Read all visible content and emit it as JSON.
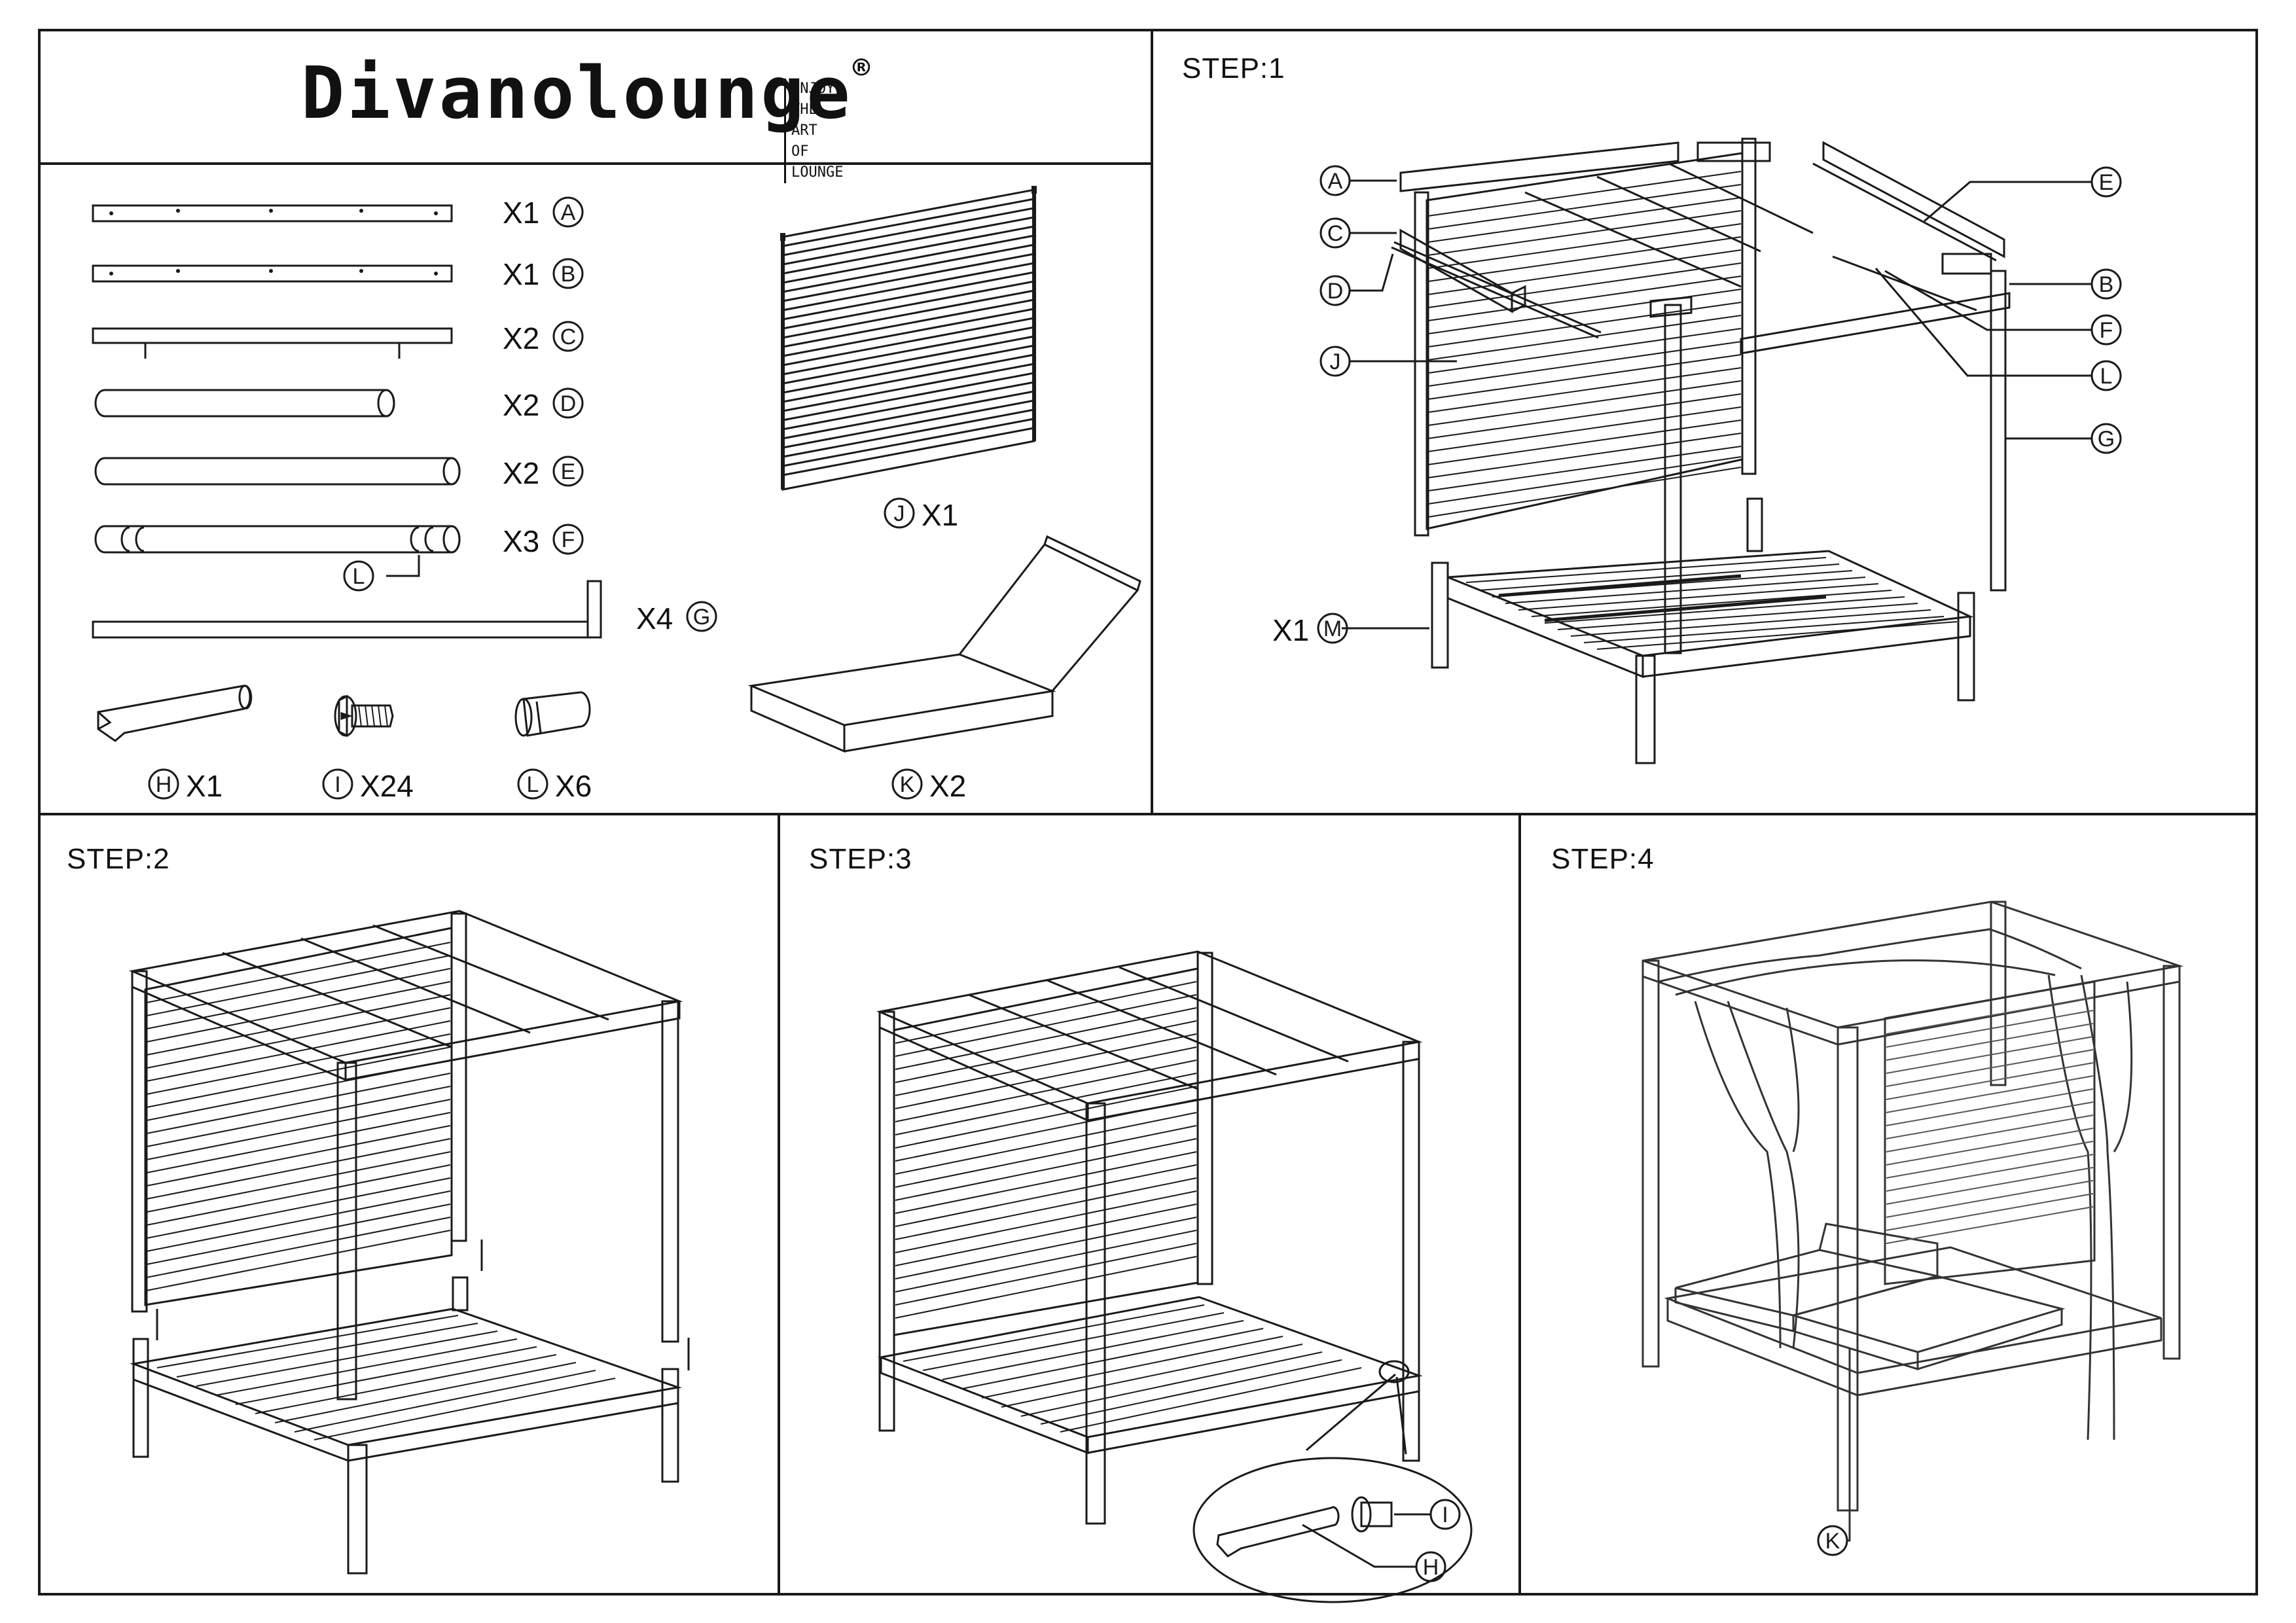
{
  "header": {
    "brand": "Divanolounge",
    "registered": "®",
    "tagline_line1": "ENJOY THE ART",
    "tagline_line2": "OF LOUNGE"
  },
  "parts": [
    {
      "qty": "X1",
      "letter": "A"
    },
    {
      "qty": "X1",
      "letter": "B"
    },
    {
      "qty": "X2",
      "letter": "C"
    },
    {
      "qty": "X2",
      "letter": "D"
    },
    {
      "qty": "X2",
      "letter": "E"
    },
    {
      "qty": "X3",
      "letter": "F"
    },
    {
      "qty": "X4",
      "letter": "G"
    },
    {
      "qty": "X1",
      "letter": "H"
    },
    {
      "qty": "X24",
      "letter": "I"
    },
    {
      "qty": "X6",
      "letter": "L"
    },
    {
      "qty": "X1",
      "letter": "J"
    },
    {
      "qty": "X2",
      "letter": "K"
    }
  ],
  "part_l_callout": "L",
  "steps": {
    "step1": {
      "label": "STEP:1",
      "callouts": [
        "A",
        "C",
        "D",
        "J",
        "E",
        "B",
        "F",
        "L",
        "G"
      ],
      "base_qty": "X1",
      "base_letter": "M"
    },
    "step2": {
      "label": "STEP:2"
    },
    "step3": {
      "label": "STEP:3",
      "callouts": [
        "I",
        "H"
      ]
    },
    "step4": {
      "label": "STEP:4",
      "callouts": [
        "K"
      ]
    }
  }
}
